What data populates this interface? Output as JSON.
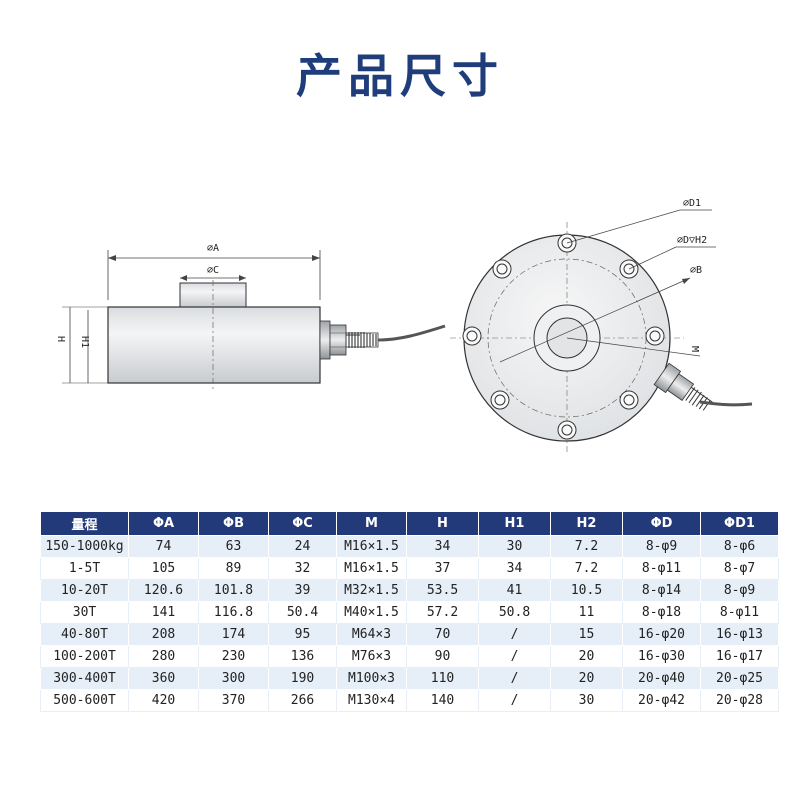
{
  "page": {
    "title": "产品尺寸"
  },
  "drawing": {
    "labels": {
      "dim_a": "⌀A",
      "dim_c": "⌀C",
      "dim_h": "H",
      "dim_h1": "H1",
      "dim_d1": "⌀D1",
      "dim_d_h2": "⌀D▽H2",
      "dim_b": "⌀B",
      "dim_m": "M"
    }
  },
  "table": {
    "headers": [
      "量程",
      "ΦA",
      "ΦB",
      "ΦC",
      "M",
      "H",
      "H1",
      "H2",
      "ΦD",
      "ΦD1"
    ],
    "rows": [
      [
        "150-1000kg",
        "74",
        "63",
        "24",
        "M16×1.5",
        "34",
        "30",
        "7.2",
        "8-φ9",
        "8-φ6"
      ],
      [
        "1-5T",
        "105",
        "89",
        "32",
        "M16×1.5",
        "37",
        "34",
        "7.2",
        "8-φ11",
        "8-φ7"
      ],
      [
        "10-20T",
        "120.6",
        "101.8",
        "39",
        "M32×1.5",
        "53.5",
        "41",
        "10.5",
        "8-φ14",
        "8-φ9"
      ],
      [
        "30T",
        "141",
        "116.8",
        "50.4",
        "M40×1.5",
        "57.2",
        "50.8",
        "11",
        "8-φ18",
        "8-φ11"
      ],
      [
        "40-80T",
        "208",
        "174",
        "95",
        "M64×3",
        "70",
        "/",
        "15",
        "16-φ20",
        "16-φ13"
      ],
      [
        "100-200T",
        "280",
        "230",
        "136",
        "M76×3",
        "90",
        "/",
        "20",
        "16-φ30",
        "16-φ17"
      ],
      [
        "300-400T",
        "360",
        "300",
        "190",
        "M100×3",
        "110",
        "/",
        "20",
        "20-φ40",
        "20-φ25"
      ],
      [
        "500-600T",
        "420",
        "370",
        "266",
        "M130×4",
        "140",
        "/",
        "30",
        "20-φ42",
        "20-φ28"
      ]
    ]
  },
  "colors": {
    "title": "#1f3d7a",
    "header_bg": "#233a7a",
    "row_alt": "#e6eef8"
  }
}
